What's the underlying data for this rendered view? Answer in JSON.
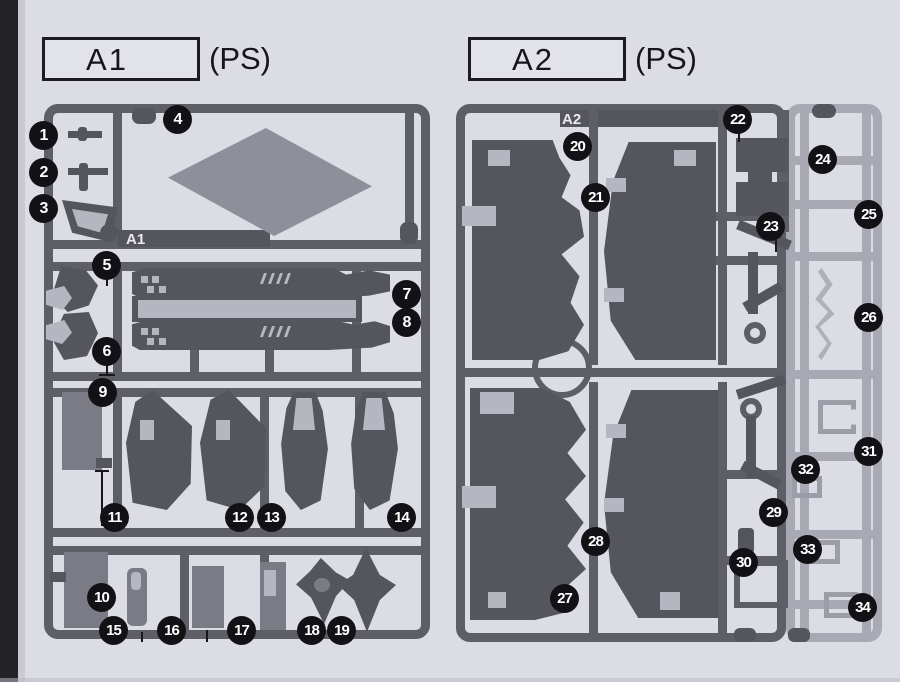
{
  "page": {
    "background_color": "#dcdce4",
    "line_color": "#5e5e66",
    "callout_color": "#121216"
  },
  "headers": [
    {
      "name": "runner-a1",
      "label": "A1",
      "material": "(PS)"
    },
    {
      "name": "runner-a2",
      "label": "A2",
      "material": "(PS)"
    }
  ],
  "sprues": [
    {
      "id": "A1",
      "stamp": "A1",
      "material": "PS",
      "parts": [
        "1",
        "2",
        "3",
        "4",
        "5",
        "6",
        "7",
        "8",
        "9",
        "10",
        "11",
        "12",
        "13",
        "14",
        "15",
        "16",
        "17",
        "18",
        "19"
      ]
    },
    {
      "id": "A2",
      "stamp": "A2",
      "material": "PS",
      "parts": [
        "20",
        "21",
        "22",
        "23",
        "24",
        "25",
        "26",
        "27",
        "28",
        "29",
        "30",
        "31",
        "32",
        "33",
        "34"
      ]
    }
  ],
  "callouts": {
    "n1": "1",
    "n2": "2",
    "n3": "3",
    "n4": "4",
    "n5": "5",
    "n6": "6",
    "n7": "7",
    "n8": "8",
    "n9": "9",
    "n10": "10",
    "n11": "11",
    "n12": "12",
    "n13": "13",
    "n14": "14",
    "n15": "15",
    "n16": "16",
    "n17": "17",
    "n18": "18",
    "n19": "19",
    "n20": "20",
    "n21": "21",
    "n22": "22",
    "n23": "23",
    "n24": "24",
    "n25": "25",
    "n26": "26",
    "n27": "27",
    "n28": "28",
    "n29": "29",
    "n30": "30",
    "n31": "31",
    "n32": "32",
    "n33": "33",
    "n34": "34"
  },
  "stamps": {
    "a1": "A1",
    "a2": "A2"
  }
}
